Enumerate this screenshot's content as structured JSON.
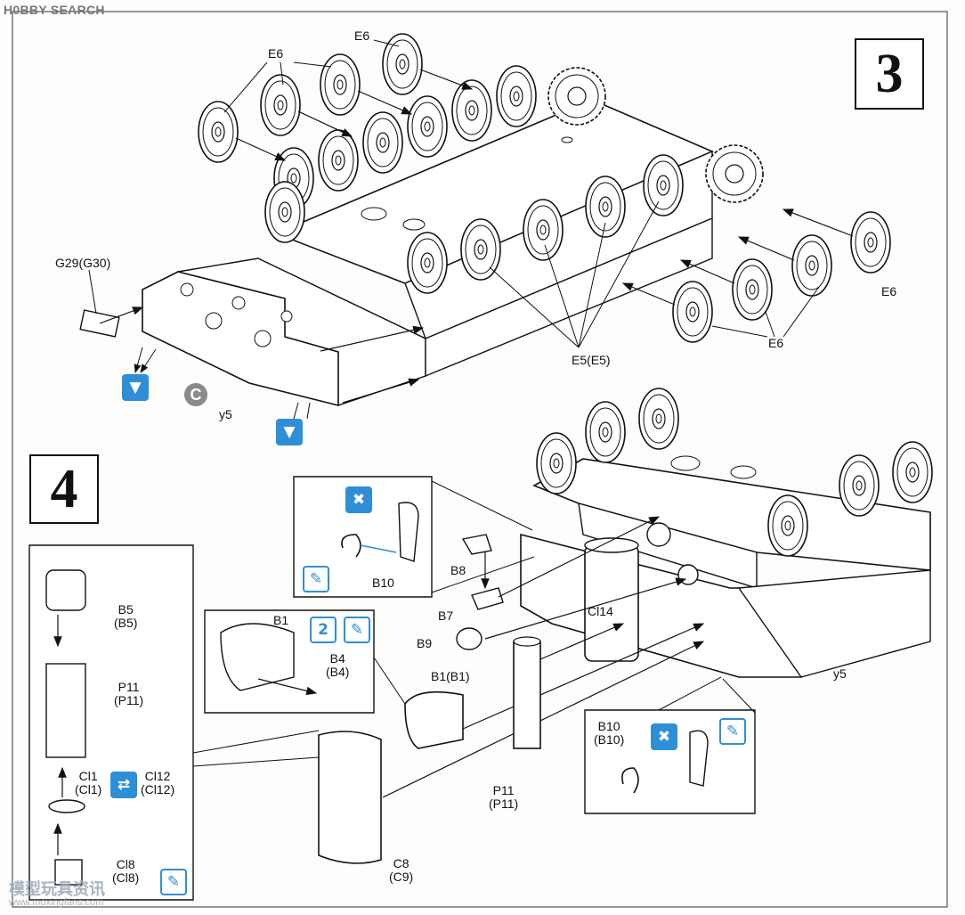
{
  "watermark": {
    "top_left": "H0BBY SEARCH",
    "bottom_left": "模型玩具资讯",
    "bottom_url": "www.moxingfans.com"
  },
  "steps": {
    "step3": "3",
    "step4": "4"
  },
  "step3_labels": {
    "e6_top_a": "E6",
    "e6_top_b": "E6",
    "e6_right_a": "E6",
    "e6_right_b": "E6",
    "e5": "E5(E5)",
    "g29": "G29(G30)",
    "y5": "y5",
    "c_mark": "C"
  },
  "step4_labels": {
    "b8": "B8",
    "b7": "B7",
    "b9": "B9",
    "b10_top": "B10",
    "cl14": "Cl14",
    "y5": "y5",
    "b1_panel": "B1",
    "b4": "B4\n(B4)",
    "b1_main": "B1(B1)",
    "b10_panel": "B10\n(B10)",
    "p11_center": "P11\n(P11)",
    "c8": "C8\n(C9)",
    "b5": "B5\n(B5)",
    "p11_left": "P11\n(P11)",
    "cl1": "Cl1\n(Cl1)",
    "cl12": "Cl12\n(Cl12)",
    "cl8": "Cl8\n(Cl8)",
    "x2": "2"
  },
  "icons": {
    "glue": "glue-icon",
    "remove": "remove-part-icon",
    "either_side": "swap-icon",
    "cement": "cement-icon"
  },
  "colors": {
    "accent": "#2f8fd6",
    "ink": "#111111",
    "paper": "#fdfdfb"
  }
}
